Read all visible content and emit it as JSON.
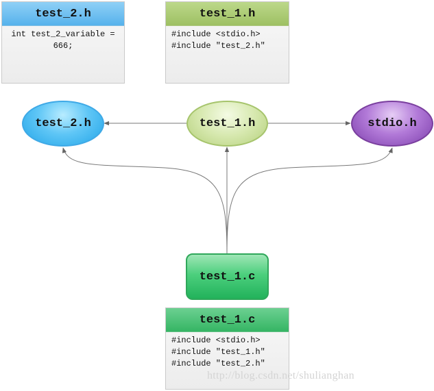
{
  "cards": {
    "test2": {
      "title": "test_2.h",
      "lines": [
        "int test_2_variable = 666;"
      ]
    },
    "test1h": {
      "title": "test_1.h",
      "lines": [
        "#include <stdio.h>",
        "#include \"test_2.h\""
      ]
    },
    "test1c": {
      "title": "test_1.c",
      "lines": [
        "#include <stdio.h>",
        "#include \"test_1.h\"",
        "#include \"test_2.h\""
      ]
    }
  },
  "nodes": {
    "test2h": {
      "label": "test_2.h",
      "color": "#22a5e8"
    },
    "test1h": {
      "label": "test_1.h",
      "color": "#b5d07c"
    },
    "stdioh": {
      "label": "stdio.h",
      "color": "#7d3fac"
    },
    "test1c": {
      "label": "test_1.c",
      "color": "#22b25b"
    }
  },
  "edges": [
    {
      "from": "test_1.h",
      "to": "test_2.h"
    },
    {
      "from": "test_1.h",
      "to": "stdio.h"
    },
    {
      "from": "test_1.c",
      "to": "test_2.h"
    },
    {
      "from": "test_1.c",
      "to": "test_1.h"
    },
    {
      "from": "test_1.c",
      "to": "stdio.h"
    }
  ],
  "watermark": "http://blog.csdn.net/shulianghan"
}
